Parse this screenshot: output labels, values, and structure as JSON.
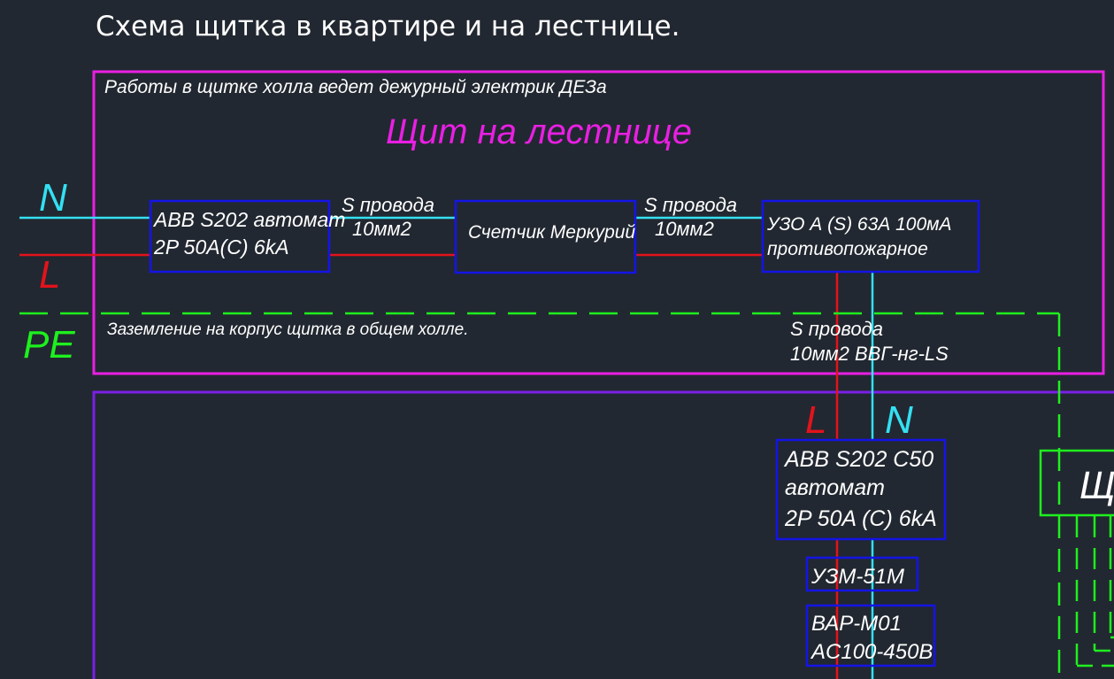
{
  "title": "Схема щитка в квартире и на лестнице.",
  "colors": {
    "background": "#222831",
    "white": "#ffffff",
    "cyan": "#33e0f2",
    "red": "#e3131b",
    "green": "#1ef01e",
    "magenta": "#e91fe3",
    "violet": "#7b1fe6",
    "blue": "#1414e6"
  },
  "stair_panel": {
    "note": "Работы в щитке холла ведет дежурный электрик ДЕЗа",
    "heading": "Щит на лестнице",
    "ground_note": "Заземление на корпус щитка в общем холле."
  },
  "wires": {
    "n": "N",
    "l": "L",
    "pe": "PE"
  },
  "devices": {
    "breaker_in_line1": "ABB S202 автомат",
    "breaker_in_line2": "2P 50A(C) 6kA",
    "meter": "Счетчик Меркурий",
    "rcd_line1": "УЗО А (S) 63А 100мА",
    "rcd_line2": "противопожарное",
    "apt_breaker_line1": "ABB S202 C50",
    "apt_breaker_line2": "автомат",
    "apt_breaker_line3": "2P 50A (C) 6kA",
    "uzm": "УЗМ-51М",
    "var_line1": "ВАР-М01",
    "var_line2": "AC100-450В",
    "partial_shield": "Щ"
  },
  "cable_labels": {
    "cable1_line1": "S провода",
    "cable1_line2": "10мм2",
    "cable2_line1": "S провода",
    "cable2_line2": "10мм2",
    "cable3_line1": "S провода",
    "cable3_line2": "10мм2 ВВГ-нг-LS"
  }
}
